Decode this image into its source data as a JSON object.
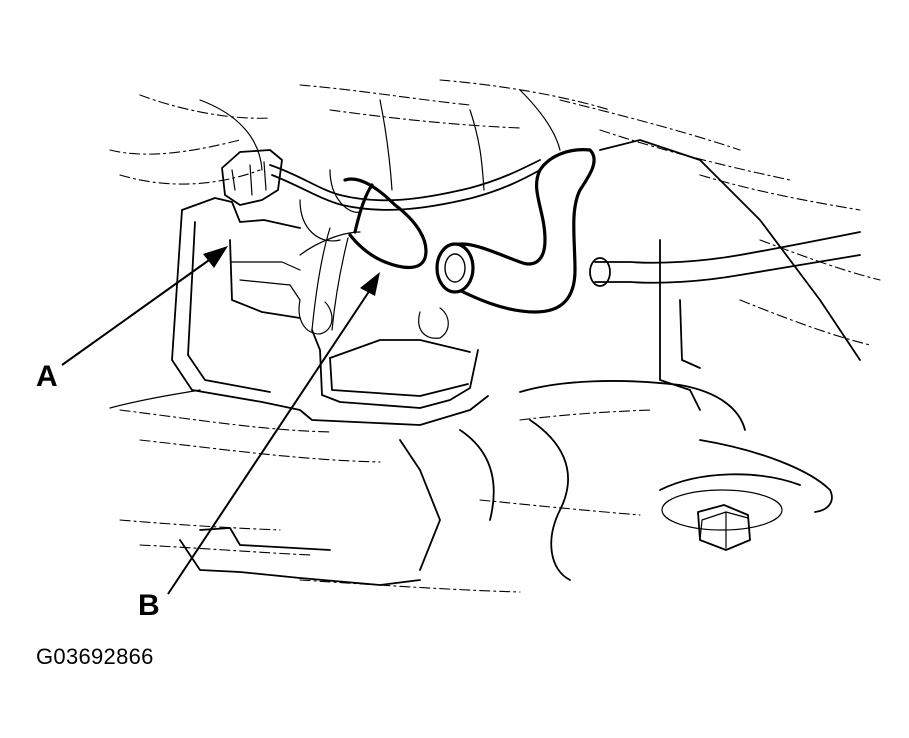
{
  "callouts": {
    "a_label": "A",
    "b_label": "B"
  },
  "figure_id": "G03692866",
  "parts": {
    "a": "solenoid-valve-assembly-icon",
    "b": "vacuum-hose-icon"
  }
}
